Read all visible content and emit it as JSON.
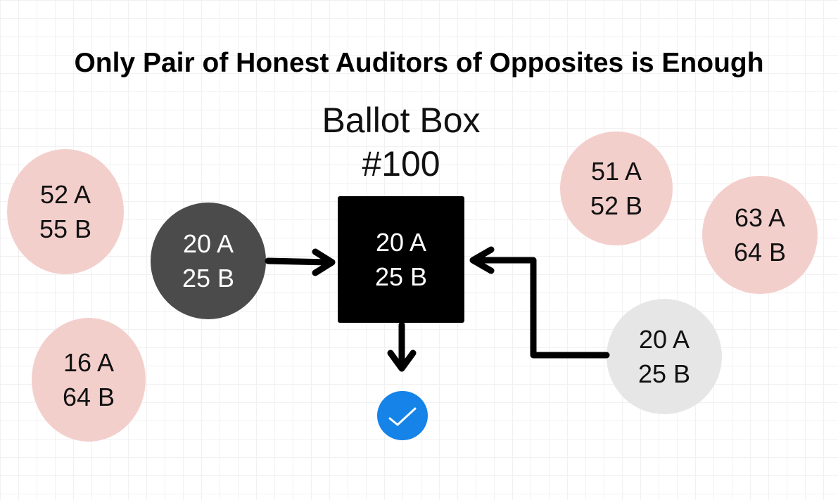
{
  "title": "Only Pair of Honest Auditors of Opposites is Enough",
  "ballot_box": {
    "title_line1": "Ballot Box",
    "title_line2": "#100",
    "line1": "20 A",
    "line2": "25 B"
  },
  "auditor_left": {
    "line1": "20 A",
    "line2": "25 B"
  },
  "auditor_right": {
    "line1": "20 A",
    "line2": "25 B"
  },
  "other_counts": [
    {
      "line1": "52 A",
      "line2": "55 B"
    },
    {
      "line1": "16 A",
      "line2": "64 B"
    },
    {
      "line1": "51 A",
      "line2": "52 B"
    },
    {
      "line1": "63 A",
      "line2": "64 B"
    }
  ],
  "colors": {
    "pink": "#f3cfcc",
    "dark_gray": "#4b4b4b",
    "light_gray": "#e6e6e6",
    "box": "#000000",
    "check": "#1583e8"
  },
  "icons": {
    "verified": "checkmark-icon"
  }
}
